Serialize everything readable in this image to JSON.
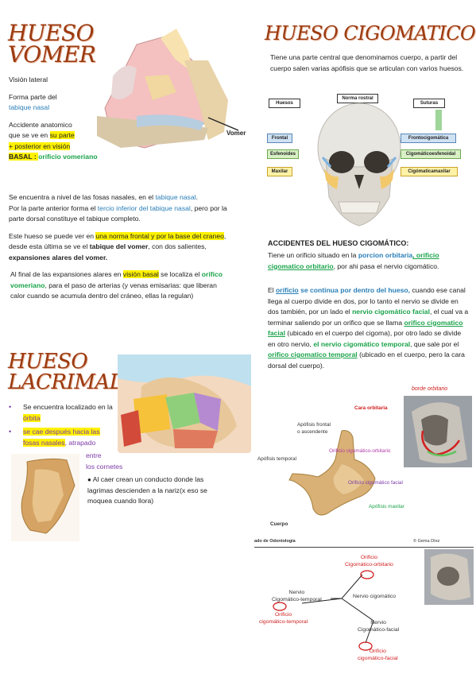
{
  "vomer": {
    "title_line1": "HUESO",
    "title_line2": "VOMER",
    "label_vomer": "Vomer",
    "lateral": "Visión lateral",
    "forma_1": "Forma parte del",
    "forma_2": "tabique nasal",
    "acc_1": "Accidente anatomico",
    "acc_2a": "que se ve en ",
    "acc_2b": "su parte",
    "acc_3": "+ posterior en visión",
    "acc_4a": "BASAL : ",
    "acc_4b": "orificio vomeriano",
    "p1_a": "Se encuentra a nivel de las fosas nasales, en el ",
    "p1_b": "tabique nasal",
    "p1_c": ".",
    "p2_a": "Por la parte anterior forma el ",
    "p2_b": "tercio inferior del tabique nasal",
    "p2_c": ", pero por la parte dorsal constituye el tabique completo.",
    "p3_a": "Este hueso se puede ver en ",
    "p3_b": "una norma frontal y por la base del craneo",
    "p3_c": ", desde esta última se ve el ",
    "p3_d": "tabique del vomer",
    "p3_e": ", con dos salientes, ",
    "p3_f": "expansiones alares del vomer.",
    "p4_a": "Al final de las expansiones alares en ",
    "p4_b": "visión basal",
    "p4_c": " se localiza el ",
    "p4_d": "orifico vomeriano",
    "p4_e": ", para el paso de arterias (y venas emisarias: que liberan calor cuando se acumula dentro del cráneo, ellas la regulan)"
  },
  "lacrimal": {
    "title_line1": "HUESO",
    "title_line2": "LACRIMAL",
    "b1_a": "Se encuentra localizado en la ",
    "b1_b": "órbita",
    "b2_a": "se cae después hacia las fosas nasales",
    "b2_b": ", atrapado",
    "b2_c": "entre",
    "b2_d": "los cornetes",
    "b3": "Al caer crean un conducto donde las lagrimas descienden a la nariz(x eso se moquea cuando llora)"
  },
  "cigomatico": {
    "title": "HUESO CIGOMATICO",
    "intro": "Tiene una parte central que denominamos cuerpo, a partir del cuerpo salen varias apófisis que se articulan con varios huesos.",
    "diagram": {
      "huesos": "Huesos",
      "norma": "Norma rostral",
      "suturas": "Suturas",
      "left": [
        "Frontal",
        "Esfenoides",
        "Maxilar"
      ],
      "right": [
        "Frontocigomática",
        "Cigomáticoesfenoidal",
        "Cigómaticamaxilar"
      ]
    },
    "acc_title": "ACCIDENTES DEL HUESO CIGOMÁTICO:",
    "acc_1a": "Tiene un orificio situado en la ",
    "acc_1b": "porcion orbitaria",
    "acc_1c": ", orificio cigomatico orbitario",
    "acc_1d": ", por ahi pasa el nervio cigomático.",
    "p_a": "El ",
    "p_b": "orificio",
    "p_c": " se continua por dentro del hueso,",
    "p_d": " cuando ese canal llega al cuerpo divide en dos, por lo tanto el nervio se divide en dos también, por un lado el ",
    "p_e": "nervio cigomático facial",
    "p_f": ", el cual va a terminar saliendo por un orifico que se llama ",
    "p_g": "orifico cigomatico facial",
    "p_h": " (ubicado en el cuerpo del cigoma), por otro lado se divide en otro nervio, ",
    "p_i": "el nervio cigomático temporal",
    "p_j": ", que sale por el ",
    "p_k": "orifico cigomatico temporal",
    "p_l": " (ubicado en el cuerpo, pero la cara dorsal del cuerpo).",
    "handnote": "borde orbitario",
    "bone_labels": {
      "cara_orbitaria": "Cara orbitaria",
      "apofisis_frontal_1": "Apófisis frontal",
      "apofisis_frontal_2": "o ascendente",
      "orificio_orbitario": "Orificio cigomático-orbitario",
      "apofisis_temporal": "Apófisis temporal",
      "orificio_facial": "Orificio cigomático facial",
      "apofisis_maxilar": "Apófisis maxilar",
      "cuerpo": "Cuerpo"
    },
    "footer_left": "ado de Odontología",
    "footer_right": "© Gema Díez",
    "nerve": {
      "orb_1": "Orificio",
      "orb_2": "Cigomático-orbitario",
      "temp_1": "Nervio",
      "temp_2": "Cigomático-temporal",
      "mid": "Nervio cigomático",
      "ort_1": "Orificio",
      "ort_2": "cigomático-temporal",
      "fac_1": "Nervio",
      "fac_2": "Cigomático-facial",
      "orf_1": "Orificio",
      "orf_2": "cigomático-facial"
    }
  },
  "colors": {
    "title": "#9b3a10",
    "highlight": "#fff200",
    "blue": "#2a7fb8",
    "green": "#1aa34a",
    "purple": "#7d3aa8",
    "red": "#d21f1f"
  }
}
